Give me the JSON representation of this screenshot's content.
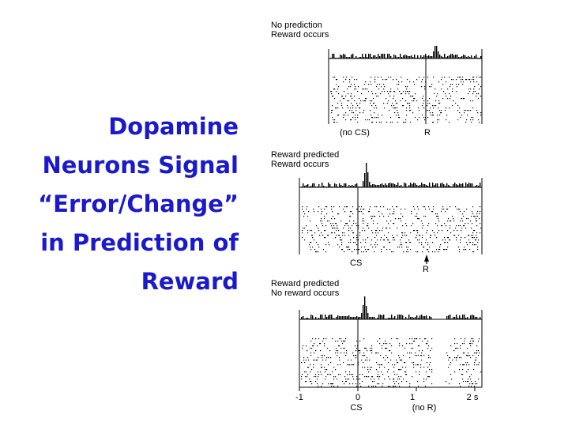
{
  "slide": {
    "title_lines": [
      "Dopamine",
      "Neurons Signal",
      "“Error/Change”",
      "in Prediction of",
      "Reward"
    ],
    "title_color": "#1a1acc"
  },
  "panels": [
    {
      "id": "top",
      "line1": "No prediction",
      "line2": "Reward occurs",
      "marker_left": "(no CS)",
      "marker_right": "R"
    },
    {
      "id": "middle",
      "line1": "Reward predicted",
      "line2": "Reward occurs",
      "marker_left": "CS",
      "marker_right": "R"
    },
    {
      "id": "bottom",
      "line1": "Reward predicted",
      "line2": "No reward occurs"
    }
  ],
  "time_axis": {
    "ticks": [
      "-1",
      "0",
      "1",
      "2 s"
    ],
    "sub_labels": [
      "CS",
      "(no R)"
    ]
  }
}
